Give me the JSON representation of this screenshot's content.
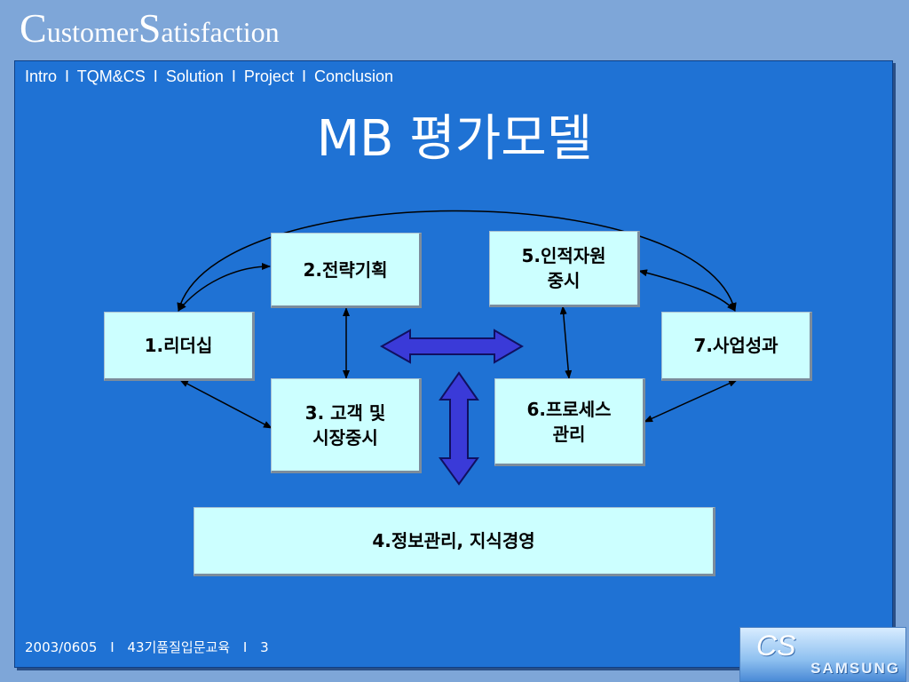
{
  "brand": {
    "initial1": "C",
    "rest1": "ustomer",
    "initial2": "S",
    "rest2": "atisfaction"
  },
  "nav": {
    "items": [
      "Intro",
      "TQM&CS",
      "Solution",
      "Project",
      "Conclusion"
    ],
    "separator": "I"
  },
  "title": "MB 평가모델",
  "boxes": {
    "leadership": "1.리더십",
    "strategy": "2.전략기획",
    "customer_l1": "3. 고객 및",
    "customer_l2": "시장중시",
    "information": "4.정보관리, 지식경영",
    "hr_l1": "5.인적자원",
    "hr_l2": "중시",
    "process_l1": "6.프로세스",
    "process_l2": "관리",
    "results": "7.사업성과"
  },
  "footer": {
    "date": "2003/0605",
    "separator": "I",
    "course": "43기품질입문교육",
    "page": "3"
  },
  "logo": {
    "cs": "CS",
    "brand": "SAMSUNG"
  },
  "colors": {
    "background": "#7ea6d8",
    "panel": "#1f72d4",
    "box": "#ccffff",
    "arrow_fill": "#3a3ad8",
    "arrow_stroke": "#101060"
  }
}
